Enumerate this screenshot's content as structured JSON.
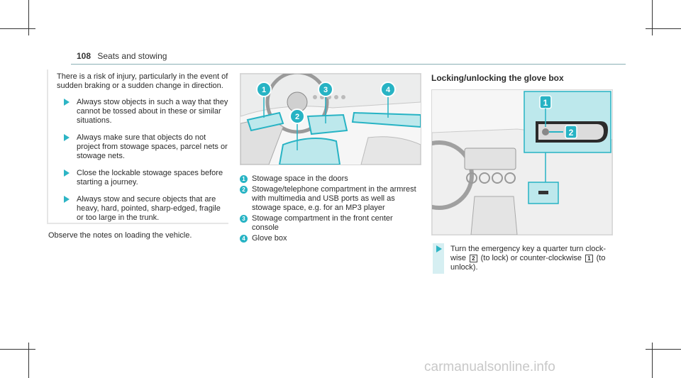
{
  "header": {
    "page_number": "108",
    "section": "Seats and stowing"
  },
  "warning": {
    "intro": "There is a risk of injury, particularly in the event of sudden braking or a sudden change in direction.",
    "bullets": [
      "Always stow objects in such a way that they cannot be tossed about in these or similar situations.",
      "Always make sure that objects do not project from stowage spaces, parcel nets or stowage nets.",
      "Close the lockable stowage spaces before starting a journey.",
      "Always stow and secure objects that are heavy, hard, pointed, sharp-edged, fragile or too large in the trunk."
    ]
  },
  "observe": "Observe the notes on loading the vehicle.",
  "figure1": {
    "callouts": [
      "1",
      "2",
      "3",
      "4"
    ]
  },
  "legend": [
    {
      "num": "1",
      "text": "Stowage space in the doors"
    },
    {
      "num": "2",
      "text": "Stowage/telephone compartment in the armrest with multimedia and USB ports as well as stowage space, e.g. for an MP3 player"
    },
    {
      "num": "3",
      "text": "Stowage compartment in the front center console"
    },
    {
      "num": "4",
      "text": "Glove box"
    }
  ],
  "glovebox": {
    "title": "Locking/unlocking the glove box",
    "callouts": [
      "1",
      "2"
    ],
    "step_part1": "Turn the emergency key a quarter turn clock-wise",
    "key_lock": "2",
    "step_part2": "(to lock) or counter-clockwise",
    "key_unlock": "1",
    "step_part3": "(to unlock)."
  },
  "watermark": "carmanualsonline.info",
  "colors": {
    "accent": "#27b3c4",
    "highlight_bg": "#bde8ec"
  }
}
